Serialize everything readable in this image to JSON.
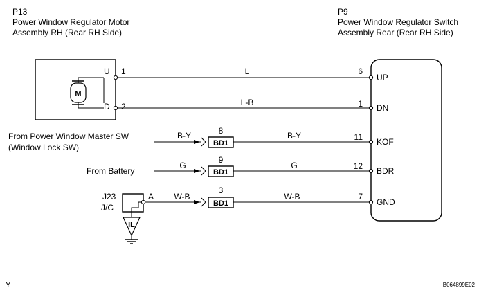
{
  "left_component": {
    "code": "P13",
    "name_line1": "Power Window Regulator Motor",
    "name_line2": "Assembly RH (Rear RH Side)",
    "pin_u_label": "U",
    "pin_u_num": "1",
    "pin_d_label": "D",
    "pin_d_num": "2",
    "motor_symbol": "M"
  },
  "right_component": {
    "code": "P9",
    "name_line1": "Power Window Regulator Switch",
    "name_line2": "Assembly Rear (Rear RH Side)",
    "pins": [
      {
        "num": "6",
        "label": "UP"
      },
      {
        "num": "1",
        "label": "DN"
      },
      {
        "num": "11",
        "label": "KOF"
      },
      {
        "num": "12",
        "label": "BDR"
      },
      {
        "num": "7",
        "label": "GND"
      }
    ]
  },
  "wires": {
    "up_color": "L",
    "dn_color": "L-B",
    "kof_in_color": "B-Y",
    "kof_out_color": "B-Y",
    "bdr_in_color": "G",
    "bdr_out_color": "G",
    "gnd_in_color": "W-B",
    "gnd_out_color": "W-B"
  },
  "connectors": [
    {
      "pin": "8",
      "label": "BD1"
    },
    {
      "pin": "9",
      "label": "BD1"
    },
    {
      "pin": "3",
      "label": "BD1"
    }
  ],
  "sources": {
    "master_sw_line1": "From Power Window Master SW",
    "master_sw_line2": "(Window Lock SW)",
    "battery": "From Battery"
  },
  "junction": {
    "code": "J23",
    "type": "J/C",
    "pin": "A",
    "ground_label": "IL"
  },
  "footer": {
    "left_mark": "Y",
    "figure_code": "B064899E02"
  }
}
